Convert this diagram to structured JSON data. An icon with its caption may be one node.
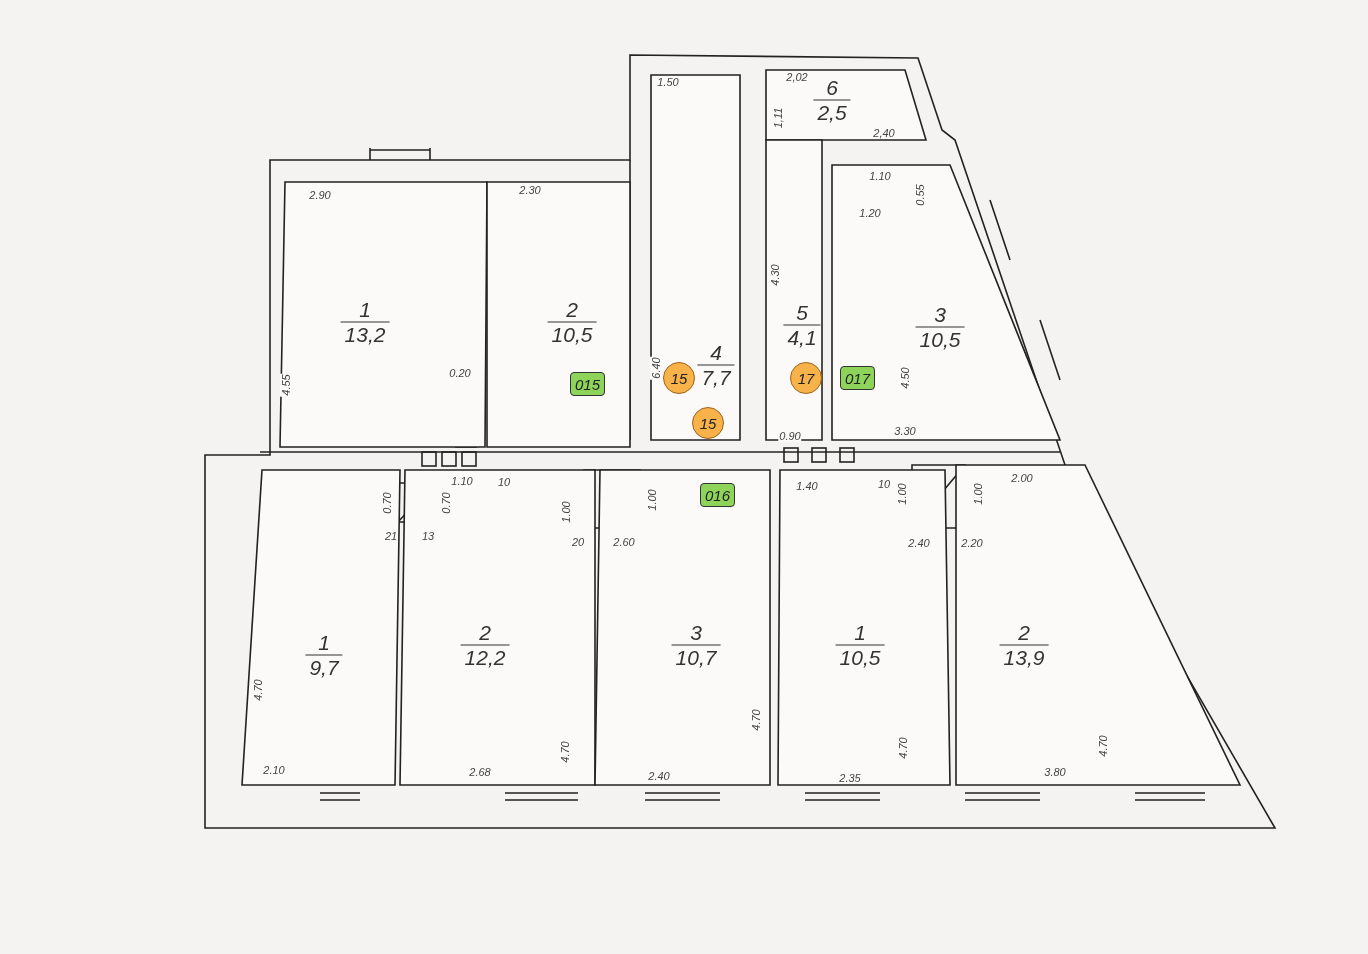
{
  "diagram": {
    "nodes": [
      {
        "text": [
          "1",
          "13,2"
        ]
      },
      {
        "text": [
          "2",
          "10,5"
        ]
      },
      {
        "text": [
          "4",
          "7,7"
        ]
      },
      {
        "text": [
          "6",
          "2,5"
        ]
      },
      {
        "text": [
          "5",
          "4,1"
        ]
      },
      {
        "text": [
          "3",
          "10,5"
        ]
      },
      {
        "text": [
          "1",
          "9,7"
        ]
      },
      {
        "text": [
          "2",
          "12,2"
        ]
      },
      {
        "text": [
          "3",
          "10,7"
        ]
      },
      {
        "text": [
          "1",
          "10,5"
        ]
      },
      {
        "text": [
          "2",
          "13,9"
        ]
      },
      {
        "text": [
          "015"
        ],
        "in": 1
      },
      {
        "text": [
          "15"
        ],
        "in": 2
      },
      {
        "text": [
          "17"
        ],
        "in": 4
      },
      {
        "text": [
          "017"
        ],
        "in": 5
      },
      {
        "text": [
          "15"
        ],
        "in": 2
      },
      {
        "text": [
          "016"
        ],
        "in": 8
      }
    ],
    "labels": [
      "1.50",
      "2,02",
      "1,11",
      "2,40",
      "2.90",
      "2.30",
      "1.10",
      "0.55",
      "1.20",
      "4.30",
      "4.55",
      "0.20",
      "6.40",
      "4.50",
      "0.90",
      "3.30",
      "1.10",
      "10",
      "0.70",
      "0.70",
      "21",
      "13",
      "1.00",
      "1.00",
      "20",
      "2.60",
      "1.40",
      "10",
      "1.00",
      "1.00",
      "2.40",
      "2.20",
      "2.00",
      "4.70",
      "4.70",
      "4.70",
      "4.70",
      "4.70",
      "2.10",
      "2.68",
      "2.40",
      "2.35",
      "3.80"
    ]
  }
}
